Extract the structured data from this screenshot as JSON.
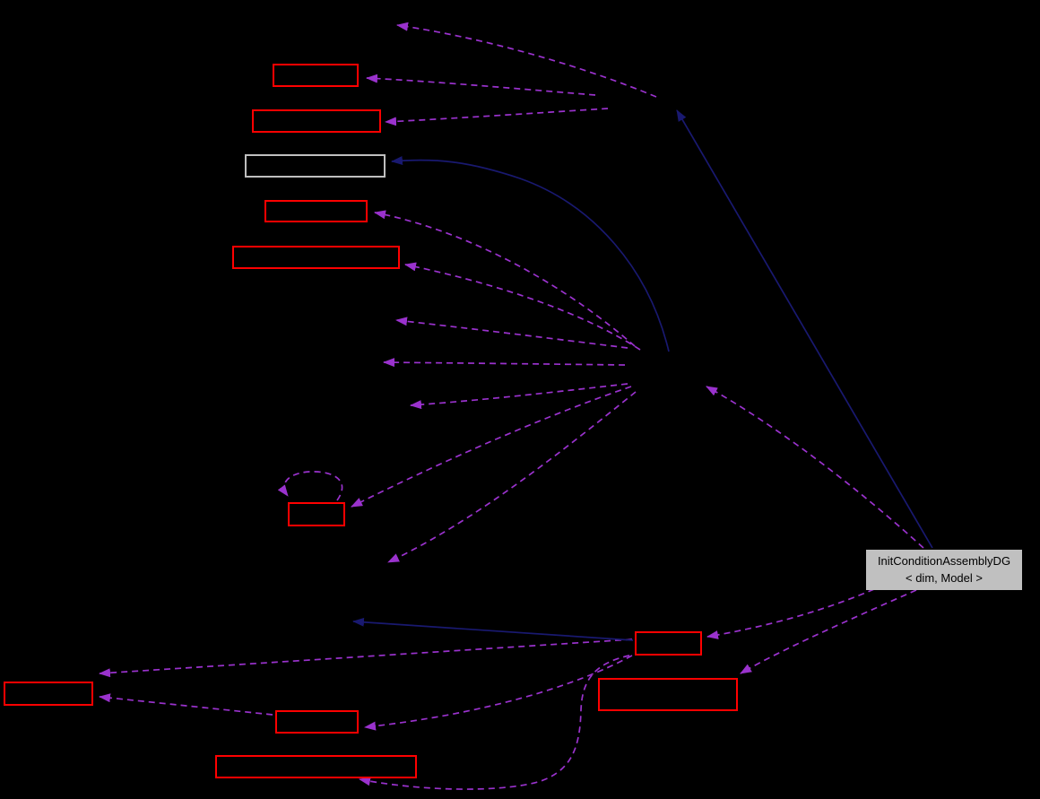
{
  "diagram": {
    "kind": "collaboration-graph-dark-background",
    "background_color": "#000000",
    "main_node": {
      "label_line1": "InitConditionAssemblyDG",
      "label_line2": "< dim, Model >",
      "fill_color": "#c0c0c0",
      "text_color": "#000000"
    },
    "colors": {
      "usage_edge_dashed": "#9a32cd",
      "inheritance_edge_solid": "#191970",
      "related_node_border": "#ff0000",
      "gray_node_border": "#bfbfbf"
    },
    "nodes": [
      {
        "id": "red-box-1",
        "border": "#ff0000",
        "label": ""
      },
      {
        "id": "red-box-2",
        "border": "#ff0000",
        "label": ""
      },
      {
        "id": "gray-box-3",
        "border": "#bfbfbf",
        "label": ""
      },
      {
        "id": "red-box-4",
        "border": "#ff0000",
        "label": ""
      },
      {
        "id": "red-box-5",
        "border": "#ff0000",
        "label": ""
      },
      {
        "id": "red-box-6-selfloop",
        "border": "#ff0000",
        "label": ""
      },
      {
        "id": "red-box-7",
        "border": "#ff0000",
        "label": ""
      },
      {
        "id": "red-box-8",
        "border": "#ff0000",
        "label": ""
      },
      {
        "id": "red-box-9",
        "border": "#ff0000",
        "label": ""
      },
      {
        "id": "red-box-10",
        "border": "#ff0000",
        "label": ""
      },
      {
        "id": "red-box-11",
        "border": "#ff0000",
        "label": ""
      },
      {
        "id": "main-node",
        "fill": "#c0c0c0",
        "label": "InitConditionAssemblyDG < dim, Model >"
      }
    ],
    "edges": [
      {
        "from": "hidden-hub-1",
        "to": "hidden-node-top",
        "style": "usage-dashed"
      },
      {
        "from": "hidden-hub-1",
        "to": "red-box-1",
        "style": "usage-dashed"
      },
      {
        "from": "hidden-hub-1",
        "to": "red-box-2",
        "style": "usage-dashed"
      },
      {
        "from": "main-node",
        "to": "hidden-hub-1",
        "style": "inheritance-solid"
      },
      {
        "from": "main-node",
        "to": "hidden-hub-2",
        "style": "usage-dashed"
      },
      {
        "from": "hidden-hub-2",
        "to": "gray-box-3",
        "style": "inheritance-solid"
      },
      {
        "from": "hidden-hub-2",
        "to": "red-box-4",
        "style": "usage-dashed"
      },
      {
        "from": "hidden-hub-2",
        "to": "red-box-5",
        "style": "usage-dashed"
      },
      {
        "from": "hidden-hub-2",
        "to": "hidden-node-mid-1",
        "style": "usage-dashed"
      },
      {
        "from": "hidden-hub-2",
        "to": "hidden-node-mid-2",
        "style": "usage-dashed"
      },
      {
        "from": "hidden-hub-2",
        "to": "hidden-node-mid-3",
        "style": "usage-dashed"
      },
      {
        "from": "hidden-hub-2",
        "to": "red-box-6-selfloop",
        "style": "usage-dashed"
      },
      {
        "from": "hidden-hub-2",
        "to": "hidden-node-low",
        "style": "usage-dashed"
      },
      {
        "from": "red-box-6-selfloop",
        "to": "red-box-6-selfloop",
        "style": "usage-dashed-selfloop"
      },
      {
        "from": "main-node",
        "to": "red-box-7",
        "style": "usage-dashed"
      },
      {
        "from": "main-node",
        "to": "red-box-9",
        "style": "usage-dashed"
      },
      {
        "from": "red-box-7",
        "to": "hidden-node-left",
        "style": "inheritance-solid"
      },
      {
        "from": "red-box-7",
        "to": "red-box-8",
        "style": "usage-dashed"
      },
      {
        "from": "red-box-7",
        "to": "red-box-10",
        "style": "usage-dashed"
      },
      {
        "from": "red-box-7",
        "to": "red-box-11",
        "style": "usage-dashed"
      },
      {
        "from": "red-box-10",
        "to": "red-box-8",
        "style": "usage-dashed"
      }
    ]
  }
}
